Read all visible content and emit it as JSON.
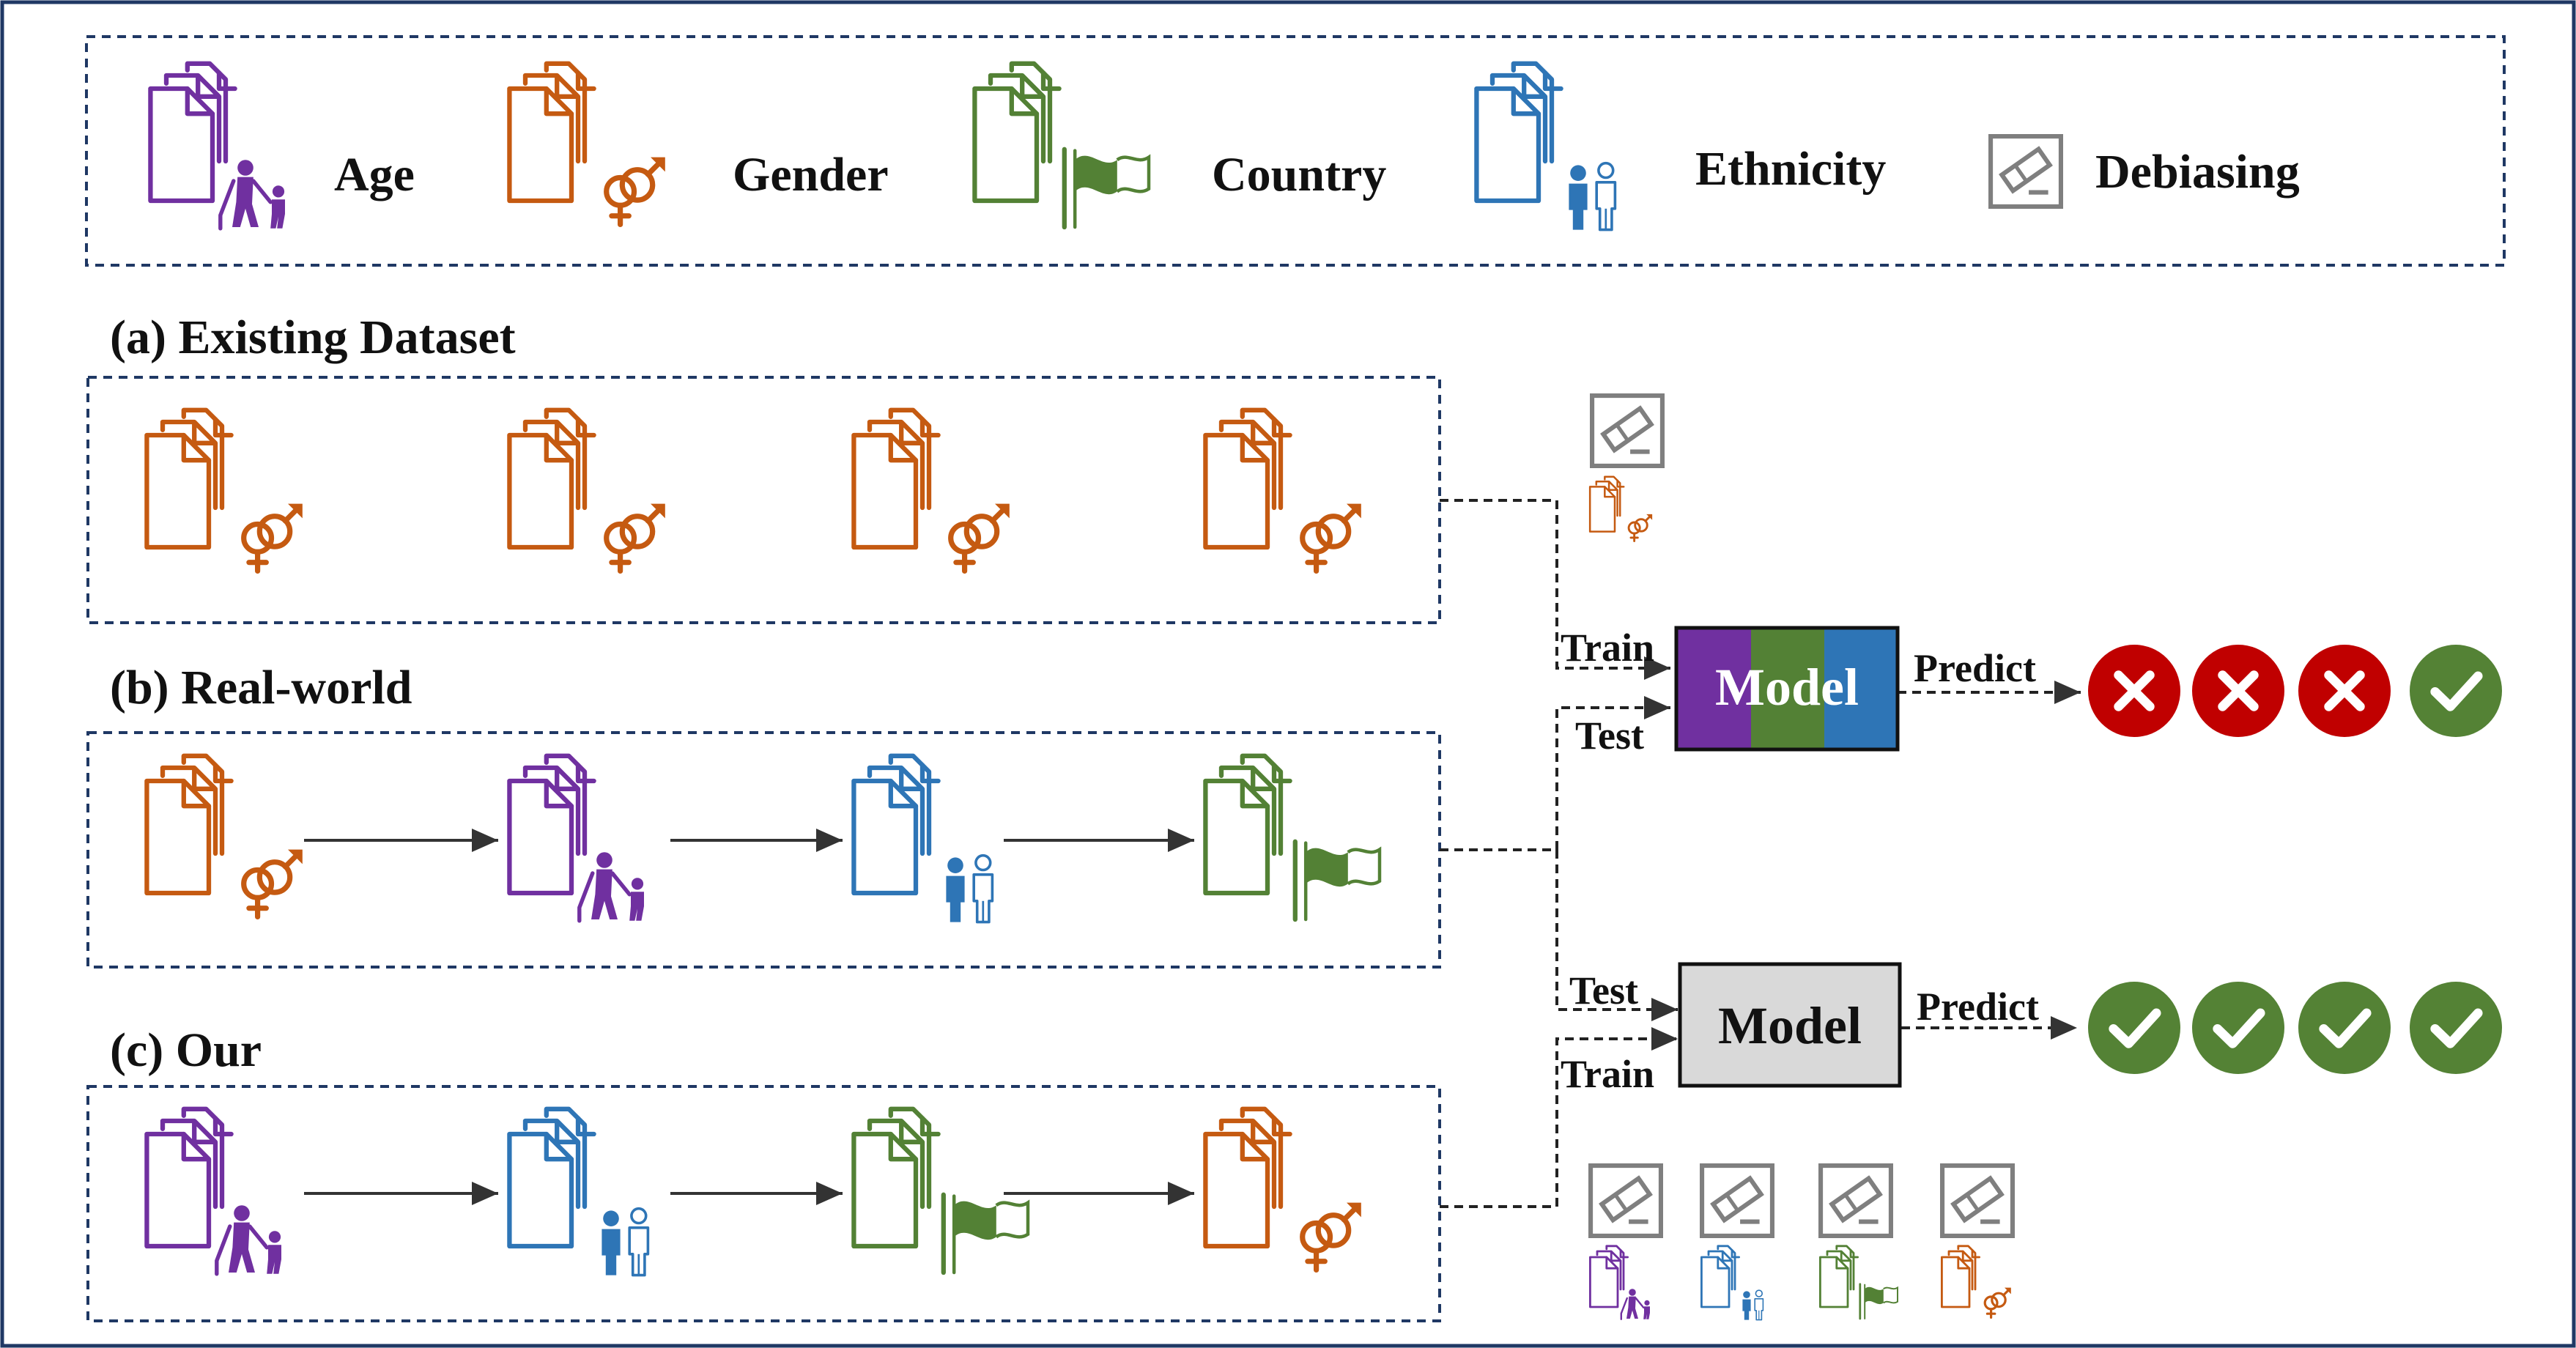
{
  "legend": {
    "items": [
      {
        "type": "age",
        "label": "Age"
      },
      {
        "type": "gender",
        "label": "Gender"
      },
      {
        "type": "country",
        "label": "Country"
      },
      {
        "type": "ethnicity",
        "label": "Ethnicity"
      },
      {
        "type": "debias",
        "label": "Debiasing"
      }
    ]
  },
  "sections": {
    "existing": {
      "label": "(a) Existing Dataset",
      "sequence": [
        "gender",
        "gender",
        "gender",
        "gender"
      ]
    },
    "realworld": {
      "label": "(b) Real-world",
      "sequence": [
        "gender",
        "age",
        "ethnicity",
        "country"
      ]
    },
    "ours": {
      "label": "(c) Our",
      "sequence": [
        "age",
        "ethnicity",
        "country",
        "gender"
      ]
    }
  },
  "top": {
    "train_label": "Train",
    "test_label": "Test",
    "model_label": "Model",
    "predict_label": "Predict",
    "results": [
      "wrong",
      "wrong",
      "wrong",
      "right"
    ],
    "debias_shown": [
      "gender"
    ]
  },
  "bottom": {
    "train_label": "Train",
    "test_label": "Test",
    "model_label": "Model",
    "predict_label": "Predict",
    "results": [
      "right",
      "right",
      "right",
      "right"
    ],
    "debias_shown": [
      "age",
      "ethnicity",
      "country",
      "gender"
    ]
  },
  "colors": {
    "age": "#7030a0",
    "gender": "#c55a11",
    "country": "#538135",
    "ethnicity": "#2e75b6",
    "debias": "#7f7f7f",
    "wrong": "#c00000",
    "right": "#548235",
    "frame": "#1f3864",
    "model_plain": "#d9d9d9"
  }
}
